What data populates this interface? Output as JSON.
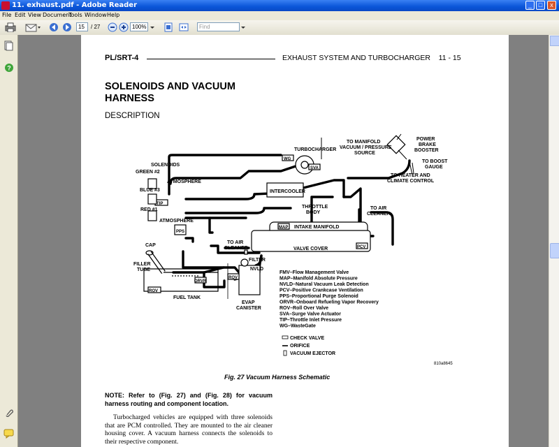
{
  "window": {
    "title": "11. exhaust.pdf - Adobe Reader",
    "buttons": {
      "min": "_",
      "max": "□",
      "close": "x"
    }
  },
  "menu": [
    "File",
    "Edit",
    "View",
    "Document",
    "Tools",
    "Window",
    "Help"
  ],
  "toolbar": {
    "page_current": "15",
    "page_total": "/ 27",
    "zoom": "100%",
    "find_placeholder": "Find"
  },
  "page": {
    "header_left": "PL/SRT-4",
    "header_right": "EXHAUST SYSTEM AND TURBOCHARGER    11 - 15",
    "section_title": "SOLENOIDS AND VACUUM HARNESS",
    "subheading": "DESCRIPTION",
    "figure_caption": "Fig. 27 Vacuum Harness Schematic",
    "figure_id": "810a8645",
    "note": "NOTE: Refer to (Fig. 27) and (Fig. 28) for vacuum harness routing and component location.",
    "body": "Turbocharged vehicles are equipped with three solenoids that are PCM controlled. They are mounted to the air cleaner housing cover. A vacuum harness connects the solenoids to their respective component."
  },
  "diagram": {
    "labels": {
      "turbocharger": "TURBOCHARGER",
      "solenoids": "SOLENOIDS",
      "green2": "GREEN #2",
      "blue3": "BLUE #3",
      "red1": "RED #1",
      "atmosphere1": "ATMOSPHERE",
      "atmosphere2": "ATMOSPHERE",
      "to_manifold_1": "TO MANIFOLD",
      "to_manifold_2": "VACUUM / PRESSURE",
      "to_manifold_3": "SOURCE",
      "power_brake_1": "POWER",
      "power_brake_2": "BRAKE",
      "power_brake_3": "BOOSTER",
      "boost_1": "TO BOOST",
      "boost_2": "GAUGE",
      "heater_1": "TO HEATER AND",
      "heater_2": "CLIMATE CONTROL",
      "intercooler": "INTERCOOLER",
      "throttle_1": "THROTTLE",
      "throttle_2": "BODY",
      "to_air_cleaner_r1": "TO AIR",
      "to_air_cleaner_r2": "CLEANER",
      "map": "MAP",
      "intake_manifold": "INTAKE MANIFOLD",
      "to_air_cleaner_l1": "TO AIR",
      "to_air_cleaner_l2": "CLEANER",
      "valve_cover": "VALVE COVER",
      "pcv": "PCV",
      "pps": "PPS",
      "tip": "TIP",
      "wg": "WG",
      "sva": "SVA",
      "cap": "CAP",
      "filler_1": "FILLER",
      "filler_2": "TUBE",
      "orvr": "ORVR",
      "rov1": "ROV",
      "rov2": "ROV",
      "fuel_tank": "FUEL TANK",
      "filter": "FILTER",
      "nvld": "NVLD",
      "evap_1": "EVAP",
      "evap_2": "CANISTER"
    },
    "legend": [
      "FMV–Flow Management Valve",
      "MAP–Manifold Absolute Pressure",
      "NVLD–Natural Vacuum Leak Detection",
      "PCV–Positive Crankcase Ventilation",
      "PPS–Proportional Purge Solenoid",
      "ORVR–Onboard Refueling Vapor Recovery",
      "ROV–Roll Over Valve",
      "SVA–Surge Valve Actuator",
      "TIP–Throttle Inlet Pressure",
      "WG–WasteGate"
    ],
    "symbols": [
      "CHECK VALVE",
      "ORIFICE",
      "VACUUM EJECTOR"
    ]
  }
}
